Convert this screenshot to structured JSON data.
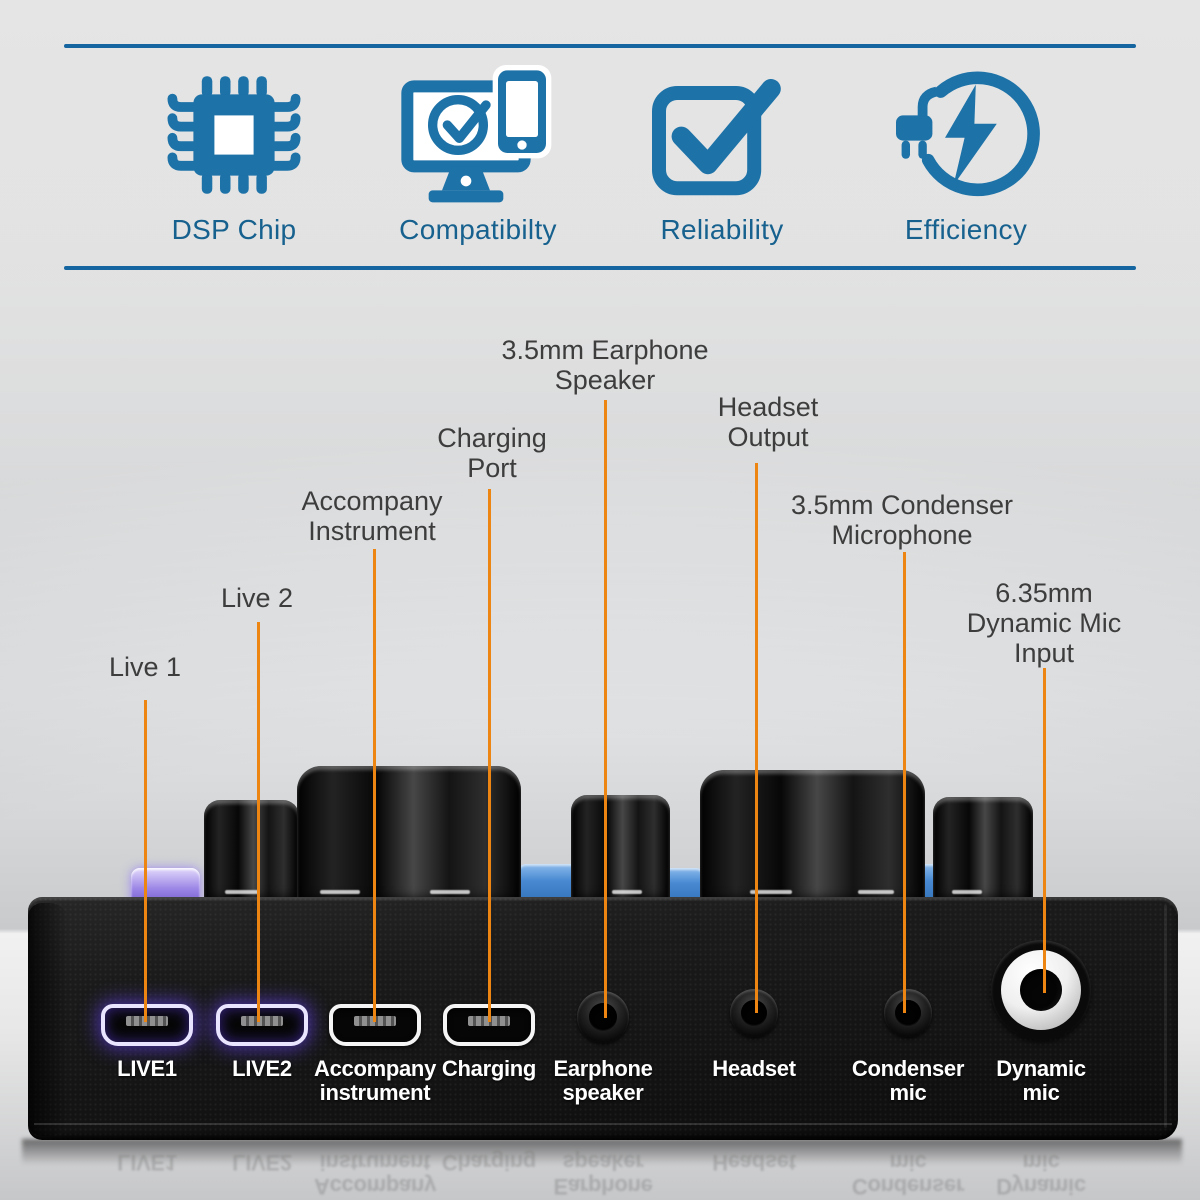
{
  "colors": {
    "accent_blue": "#1d72a8",
    "rule_blue": "#1565a0",
    "label_blue": "#17618f",
    "callout_orange": "#ed8512",
    "callout_text": "#3d3d3d"
  },
  "features": {
    "items": [
      {
        "icon": "dsp-chip-icon",
        "label": "DSP Chip"
      },
      {
        "icon": "compatibility-icon",
        "label": "Compatibilty"
      },
      {
        "icon": "reliability-icon",
        "label": "Reliability"
      },
      {
        "icon": "efficiency-icon",
        "label": "Efficiency"
      }
    ]
  },
  "callouts": [
    {
      "target": "live1-port",
      "lines": [
        "Live 1"
      ]
    },
    {
      "target": "live2-port",
      "lines": [
        "Live 2"
      ]
    },
    {
      "target": "accompany-instrument-port",
      "lines": [
        "Accompany",
        "Instrument"
      ]
    },
    {
      "target": "charging-port",
      "lines": [
        "Charging",
        "Port"
      ]
    },
    {
      "target": "earphone-speaker-jack",
      "lines": [
        "3.5mm Earphone",
        "Speaker"
      ]
    },
    {
      "target": "headset-jack",
      "lines": [
        "Headset",
        "Output"
      ]
    },
    {
      "target": "condenser-mic-jack",
      "lines": [
        "3.5mm Condenser",
        "Microphone"
      ]
    },
    {
      "target": "dynamic-mic-jack",
      "lines": [
        "6.35mm",
        "Dynamic Mic",
        "Input"
      ]
    }
  ],
  "device": {
    "ports": [
      {
        "name": "live1",
        "type": "micro-usb",
        "lines": [
          "LIVE1"
        ]
      },
      {
        "name": "live2",
        "type": "micro-usb",
        "lines": [
          "LIVE2"
        ]
      },
      {
        "name": "accompany-instrument",
        "type": "micro-usb",
        "lines": [
          "Accompany",
          "instrument"
        ]
      },
      {
        "name": "charging",
        "type": "micro-usb",
        "lines": [
          "Charging"
        ]
      },
      {
        "name": "earphone-speaker",
        "type": "3.5mm-jack",
        "lines": [
          "Earphone",
          "speaker"
        ]
      },
      {
        "name": "headset",
        "type": "3.5mm-jack",
        "lines": [
          "Headset"
        ]
      },
      {
        "name": "condenser-mic",
        "type": "3.5mm-jack",
        "lines": [
          "Condenser",
          "mic"
        ]
      },
      {
        "name": "dynamic-mic",
        "type": "6.35mm-jack",
        "lines": [
          "Dynamic",
          "mic"
        ]
      }
    ]
  }
}
